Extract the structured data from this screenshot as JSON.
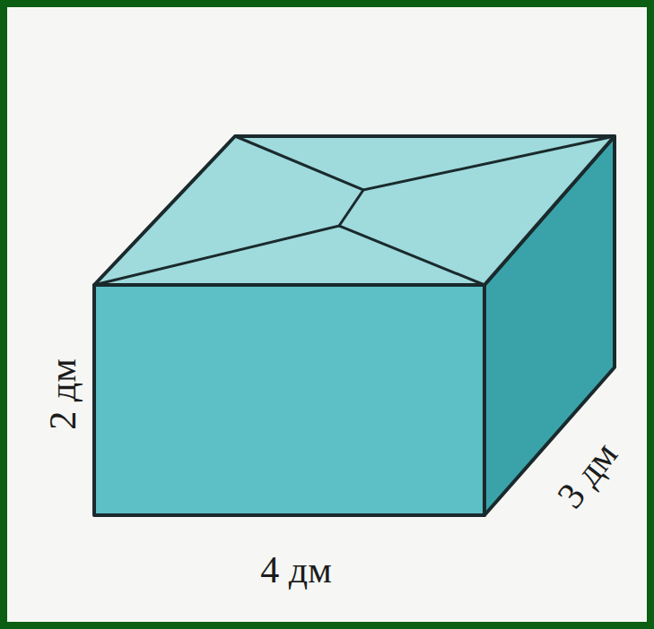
{
  "diagram": {
    "labels": [
      "2 дм",
      "4 дм",
      "3 дм"
    ]
  }
}
